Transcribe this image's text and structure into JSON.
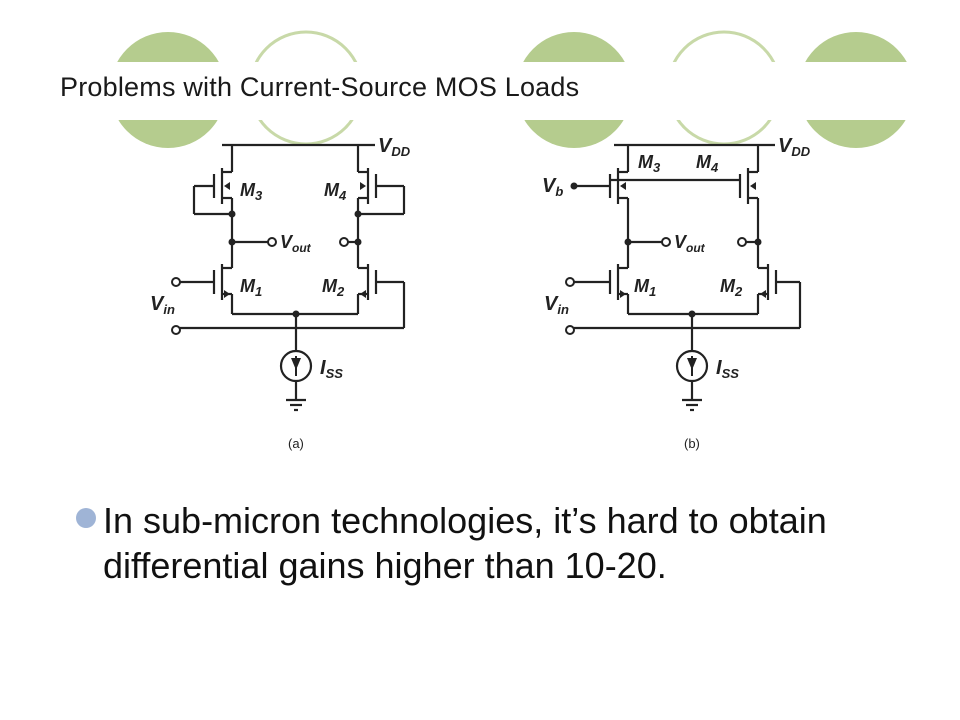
{
  "slide": {
    "title": "Problems with Current-Source MOS Loads",
    "bullet": "In sub-micron technologies, it’s hard to obtain differential gains higher than 10-20.",
    "accent_color": "#b5cc8e",
    "bullet_color": "#9fb4d6"
  },
  "figure_a": {
    "vdd": "V",
    "vdd_sub": "DD",
    "m3": "M",
    "m3_sub": "3",
    "m4": "M",
    "m4_sub": "4",
    "vout": "V",
    "vout_sub": "out",
    "m1": "M",
    "m1_sub": "1",
    "m2": "M",
    "m2_sub": "2",
    "vin": "V",
    "vin_sub": "in",
    "iss": "I",
    "iss_sub": "SS",
    "caption": "(a)"
  },
  "figure_b": {
    "vdd": "V",
    "vdd_sub": "DD",
    "m3": "M",
    "m3_sub": "3",
    "m4": "M",
    "m4_sub": "4",
    "vb": "V",
    "vb_sub": "b",
    "vout": "V",
    "vout_sub": "out",
    "m1": "M",
    "m1_sub": "1",
    "m2": "M",
    "m2_sub": "2",
    "vin": "V",
    "vin_sub": "in",
    "iss": "I",
    "iss_sub": "SS",
    "caption": "(b)"
  }
}
